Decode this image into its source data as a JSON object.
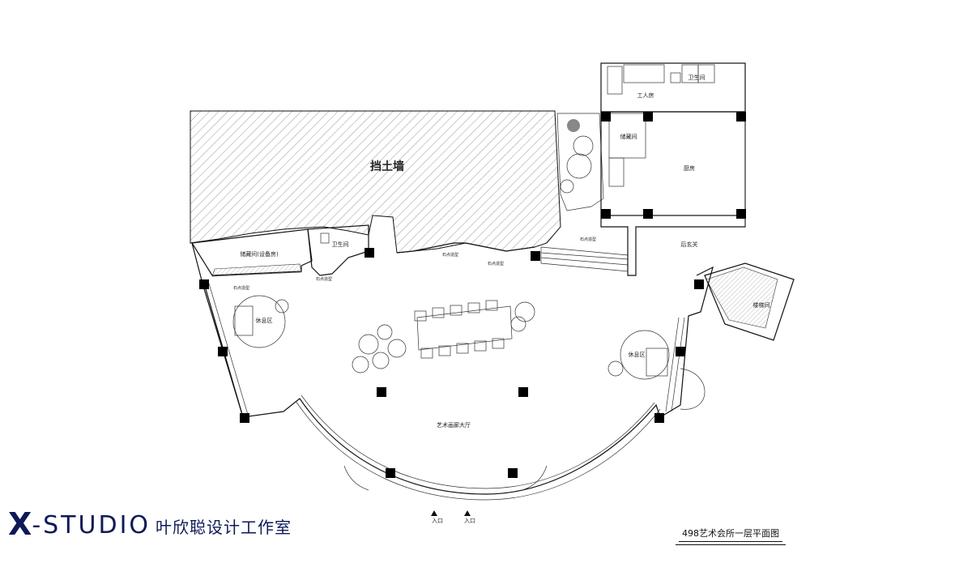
{
  "labels": {
    "retaining_wall": "挡土墙",
    "storage_equipment": "储藏间(设备房)",
    "restroom_left": "卫生间",
    "restroom_top": "卫生间",
    "staff_room": "工人房",
    "storage_room": "储藏间",
    "kitchen": "厨房",
    "back_hall": "后玄关",
    "stairwell": "楼梯间",
    "lounge_left": "休息区",
    "lounge_right": "休息区",
    "main_hall": "艺术画廊大厅",
    "entrance_left": "入口",
    "entrance_right": "入口",
    "shape_1": "石点造型",
    "shape_2": "石点造型",
    "shape_3": "石点造型",
    "shape_4": "石点造型",
    "shape_5": "石点造型"
  },
  "brand": {
    "mark": "X",
    "name": "-STUDIO",
    "chinese": "叶欣聪设计工作室",
    "color": "#0d1a57"
  },
  "drawing_title": "498艺术会所一层平面图"
}
